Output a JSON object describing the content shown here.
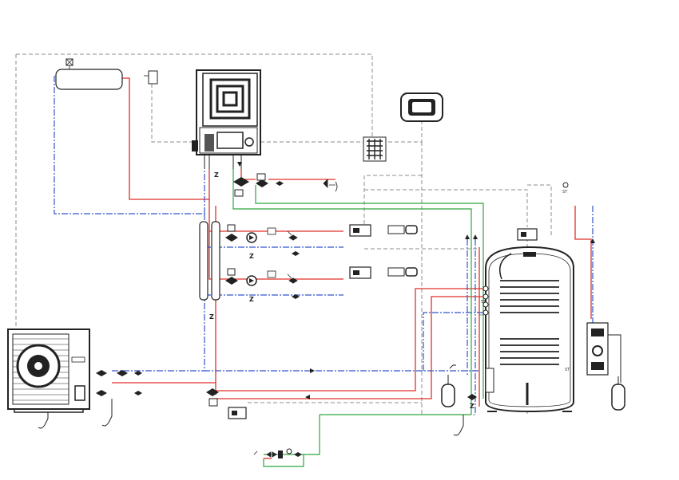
{
  "colors": {
    "hot_supply": "#e0302a",
    "return_flow": "#3355cc",
    "cold_water": "#2aa83a",
    "control": "#8c8c8c",
    "equipment": "#222222"
  },
  "labels": {
    "sensor_st_1": "ST",
    "sensor_st_2": "ST",
    "sensor_st_3": "ST",
    "z_mark_1": "Z",
    "z_mark_2": "Z",
    "z_mark_3": "Z",
    "z_mark_4": "Z",
    "z_mark_5": "Z"
  },
  "icons": {
    "heat_pump": "heat-pump-outdoor-unit-icon",
    "boiler": "wall-hung-boiler-icon",
    "controller": "room-controller-icon",
    "hub": "wiring-hub-icon",
    "tank": "storage-tank-icon",
    "expansion": "expansion-vessel-icon",
    "pump": "circulation-pump-icon",
    "valve": "mixing-valve-icon"
  }
}
